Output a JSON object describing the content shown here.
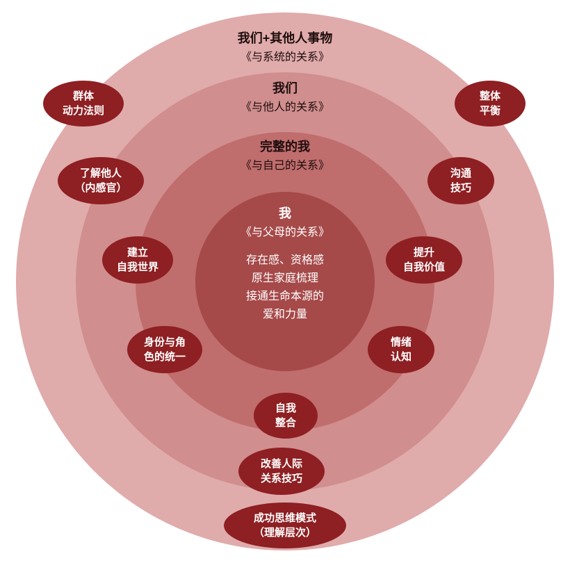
{
  "diagram": {
    "background_color": "#ffffff",
    "badge_color": "#8e1f22",
    "text_dark": "#1e0d0d",
    "text_light": "#ffffff",
    "rings": [
      {
        "name": "we-plus-others",
        "title": "我们+其他人事物",
        "subtitle": "《与系统的关系》",
        "color": "#e0abab"
      },
      {
        "name": "we",
        "title": "我们",
        "subtitle": "《与他人的关系》",
        "color": "#d18e8e"
      },
      {
        "name": "complete-self",
        "title": "完整的我",
        "subtitle": "《与自己的关系》",
        "color": "#c06d6d"
      },
      {
        "name": "self-core",
        "title": "我",
        "subtitle": "《与父母的关系》",
        "color": "#a64949",
        "lines": [
          "存在感、资格感",
          "原生家庭梳理",
          "接通生命本源的",
          "爱和力量"
        ]
      }
    ],
    "badges": [
      {
        "name": "group-dynamics",
        "lines": [
          "群体",
          "动力法则"
        ]
      },
      {
        "name": "overall-balance",
        "lines": [
          "整体",
          "平衡"
        ]
      },
      {
        "name": "understand-others",
        "lines": [
          "了解他人",
          "（内感官）"
        ]
      },
      {
        "name": "communication-skills",
        "lines": [
          "沟通",
          "技巧"
        ]
      },
      {
        "name": "build-self-world",
        "lines": [
          "建立",
          "自我世界"
        ]
      },
      {
        "name": "raise-self-worth",
        "lines": [
          "提升",
          "自我价值"
        ]
      },
      {
        "name": "identity-role-unity",
        "lines": [
          "身份与角",
          "色的统一"
        ]
      },
      {
        "name": "emotion-awareness",
        "lines": [
          "情绪",
          "认知"
        ]
      },
      {
        "name": "self-integration",
        "lines": [
          "自我",
          "整合"
        ]
      },
      {
        "name": "improve-relationships",
        "lines": [
          "改善人际",
          "关系技巧"
        ]
      },
      {
        "name": "success-thinking",
        "lines": [
          "成功思维模式",
          "（理解层次）"
        ]
      }
    ]
  }
}
